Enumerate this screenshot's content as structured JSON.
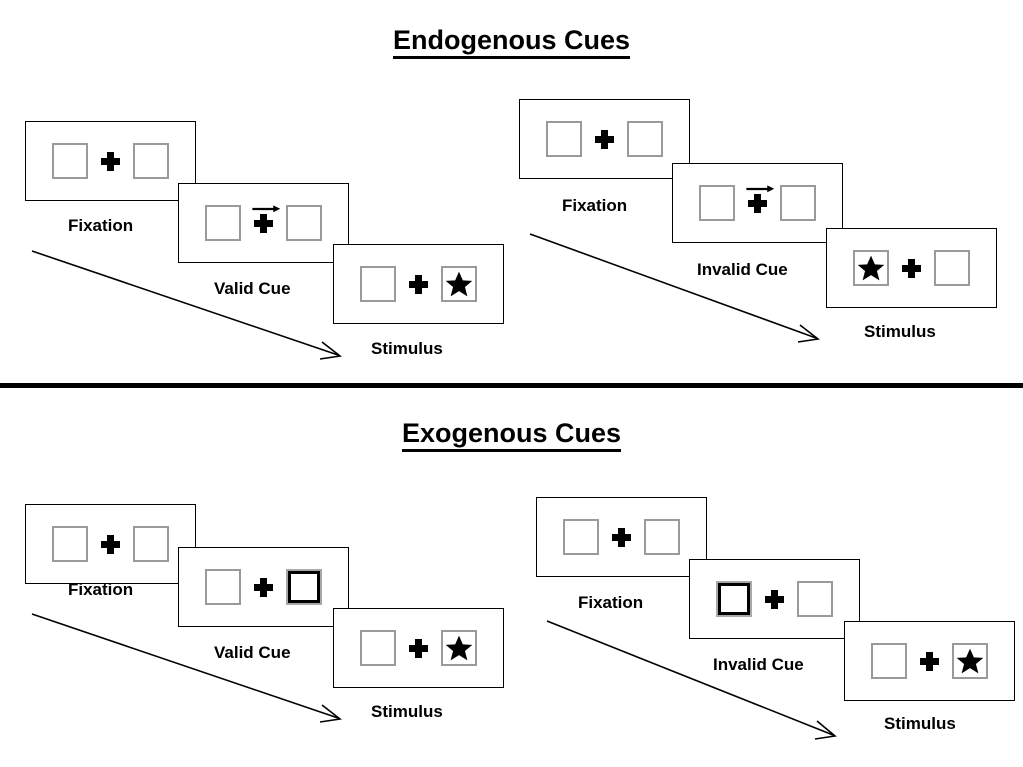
{
  "sections": [
    {
      "id": "endogenous",
      "title": "Endogenous Cues",
      "groups": [
        {
          "id": "endogenous-valid",
          "panels": [
            {
              "caption": "Fixation",
              "cue": "none",
              "target": "none"
            },
            {
              "caption": "Valid Cue",
              "cue": "arrow-right",
              "target": "none"
            },
            {
              "caption": "Stimulus",
              "cue": "none",
              "target": "right"
            }
          ]
        },
        {
          "id": "endogenous-invalid",
          "panels": [
            {
              "caption": "Fixation",
              "cue": "none",
              "target": "none"
            },
            {
              "caption": "Invalid Cue",
              "cue": "arrow-right",
              "target": "none"
            },
            {
              "caption": "Stimulus",
              "cue": "none",
              "target": "left"
            }
          ]
        }
      ]
    },
    {
      "id": "exogenous",
      "title": "Exogenous Cues",
      "groups": [
        {
          "id": "exogenous-valid",
          "panels": [
            {
              "caption": "Fixation",
              "cue": "none",
              "target": "none"
            },
            {
              "caption": "Valid Cue",
              "cue": "box-right",
              "target": "none"
            },
            {
              "caption": "Stimulus",
              "cue": "none",
              "target": "right"
            }
          ]
        },
        {
          "id": "exogenous-invalid",
          "panels": [
            {
              "caption": "Fixation",
              "cue": "none",
              "target": "none"
            },
            {
              "caption": "Invalid Cue",
              "cue": "box-left",
              "target": "none"
            },
            {
              "caption": "Stimulus",
              "cue": "none",
              "target": "right"
            }
          ]
        }
      ]
    }
  ],
  "icons": {
    "star": "star-icon",
    "cross": "fixation-cross-icon",
    "arrow": "arrow-right-icon",
    "flow": "time-flow-arrow-icon"
  },
  "colors": {
    "ink": "#000000",
    "box_border": "#9a9a9a",
    "background": "#ffffff"
  }
}
